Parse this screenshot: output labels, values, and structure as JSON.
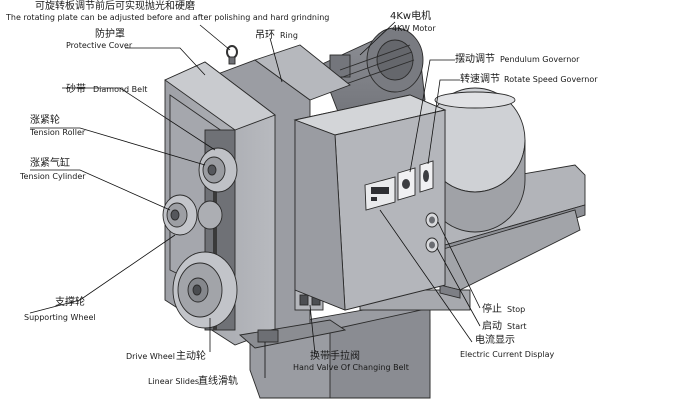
{
  "labels": {
    "rotating_plate_zh": "可旋转板调节前后可实现抛光和硬磨",
    "rotating_plate_en": "The rotating plate can be adjusted before and after polishing and hard grindning",
    "protective_cover_zh": "防护罩",
    "protective_cover_en": "Protective Cover",
    "diamond_belt_zh": "砂带",
    "diamond_belt_en": "Diamond Belt",
    "tension_roller_zh": "涨紧轮",
    "tension_roller_en": "Tension Roller",
    "tension_cylinder_zh": "涨紧气缸",
    "tension_cylinder_en": "Tension Cylinder",
    "supporting_wheel_zh": "支撑轮",
    "supporting_wheel_en": "Supporting Wheel",
    "drive_wheel_en": "Drive Wheel",
    "drive_wheel_zh": "主动轮",
    "linear_slides_en": "Linear Slides",
    "linear_slides_zh": "直线滑轨",
    "ring_zh": "吊环",
    "ring_en": "Ring",
    "motor_zh": "4Kw电机",
    "motor_en": "4KW Motor",
    "pendulum_zh": "摆动调节",
    "pendulum_en": "Pendulum Governor",
    "rotate_speed_zh": "转速调节",
    "rotate_speed_en": "Rotate Speed Governor",
    "stop_zh": "停止",
    "stop_en": "Stop",
    "start_zh": "启动",
    "start_en": "Start",
    "current_zh": "电流显示",
    "current_en": "Electric Current Display",
    "hand_valve_zh": "换带手拉阀",
    "hand_valve_en": "Hand Valve Of Changing Belt"
  },
  "colors": {
    "body_gray": "#a9abb1",
    "light_gray": "#c4c6cb",
    "dark_gray": "#85878d",
    "outline": "#2b2b2b"
  }
}
